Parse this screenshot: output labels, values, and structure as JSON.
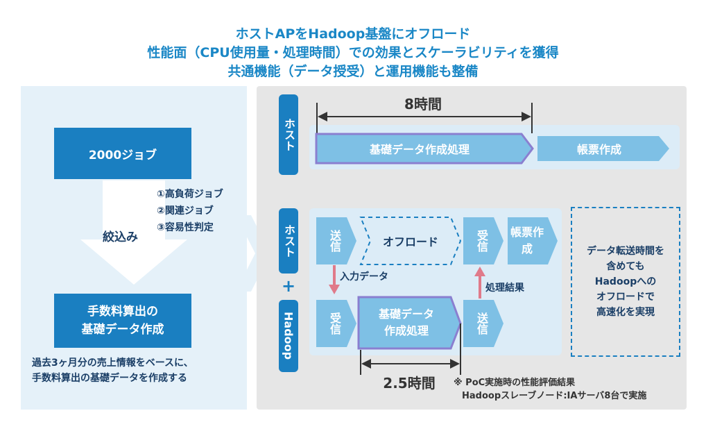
{
  "header": {
    "line1": "ホストAPをHadoop基盤にオフロード",
    "line2": "性能面（CPU使用量・処理時間）での効果とスケーラビリティを獲得",
    "line3": "共通機能（データ授受）と運用機能も整備"
  },
  "left": {
    "jobs_box": "2000ジョブ",
    "narrow_label": "絞込み",
    "criteria": [
      "①高負荷ジョブ",
      "②関連ジョブ",
      "③容易性判定"
    ],
    "result_box_line1": "手数料算出の",
    "result_box_line2": "基礎データ作成",
    "note_line1": "過去3ヶ月分の売上情報をベースに、",
    "note_line2": "手数料算出の基礎データを作成する"
  },
  "before": {
    "lane_label": "ホスト",
    "duration": "8時間",
    "step1": "基礎データ作成処理",
    "step2": "帳票作成"
  },
  "after": {
    "host_label": "ホスト",
    "plus": "+",
    "hadoop_label": "Hadoop",
    "send1": "送信",
    "offload": "オフロード",
    "recv1": "受信",
    "report": "帳票作成",
    "input_data": "入力データ",
    "recv2": "受信",
    "process_line1": "基礎データ",
    "process_line2": "作成処理",
    "send2": "送信",
    "result_label": "処理結果",
    "duration": "2.5時間",
    "side_note": [
      "データ転送時間を",
      "含めても",
      "Hadoopへの",
      "オフロードで",
      "高速化を実現"
    ]
  },
  "footnote": {
    "line1": "※ PoC実施時の性能評価結果",
    "line2": "Hadoopスレーブノード:IAサーバ8台で実施"
  },
  "colors": {
    "primary": "#1a7fc1",
    "light": "#7ec0e5",
    "outline": "#8a7fd0",
    "arrow_red": "#e07a8a"
  }
}
